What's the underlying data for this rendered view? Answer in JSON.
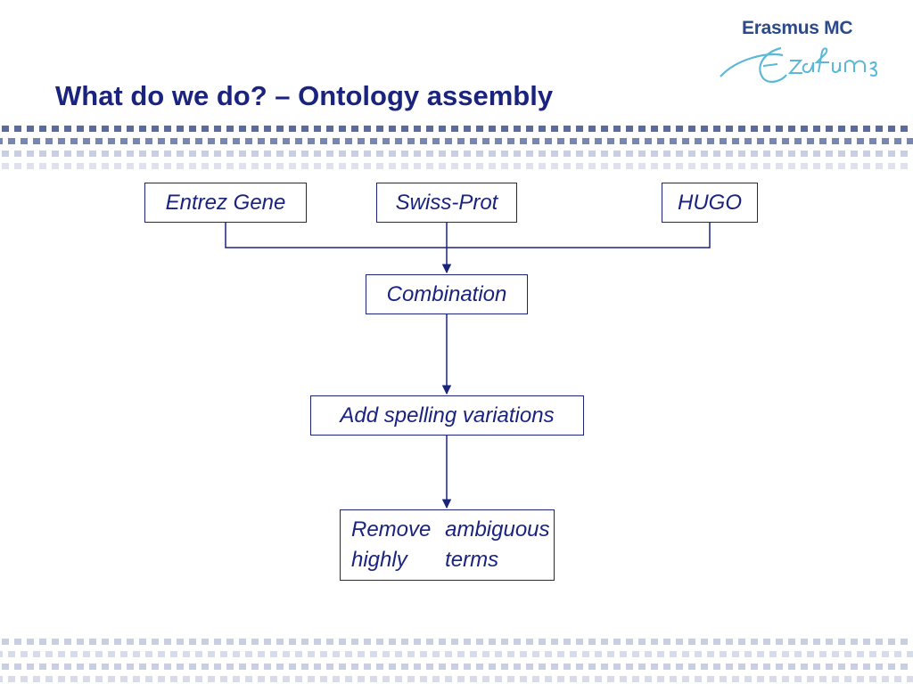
{
  "slide": {
    "title": "What do we do? – Ontology assembly"
  },
  "logo": {
    "name": "Erasmus MC",
    "signature_text": "Erasmus",
    "color": "#2b4a8b",
    "swoosh_color": "#5bb8d6"
  },
  "colors": {
    "title": "#1a237e",
    "node_border": "#1a237e",
    "dots_dark": "#5c6b9e",
    "dots_light": "#c9cfe2"
  },
  "diagram": {
    "sources": [
      {
        "id": "entrez",
        "label": "Entrez Gene"
      },
      {
        "id": "swissprot",
        "label": "Swiss-Prot"
      },
      {
        "id": "hugo",
        "label": "HUGO"
      }
    ],
    "steps": [
      {
        "id": "combination",
        "label": "Combination"
      },
      {
        "id": "spelling",
        "label": "Add spelling variations"
      },
      {
        "id": "remove",
        "lines": [
          "Remove highly",
          "ambiguous terms"
        ]
      }
    ],
    "edges": [
      {
        "from": "entrez",
        "to": "combination"
      },
      {
        "from": "swissprot",
        "to": "combination"
      },
      {
        "from": "hugo",
        "to": "combination"
      },
      {
        "from": "combination",
        "to": "spelling"
      },
      {
        "from": "spelling",
        "to": "remove"
      }
    ]
  }
}
